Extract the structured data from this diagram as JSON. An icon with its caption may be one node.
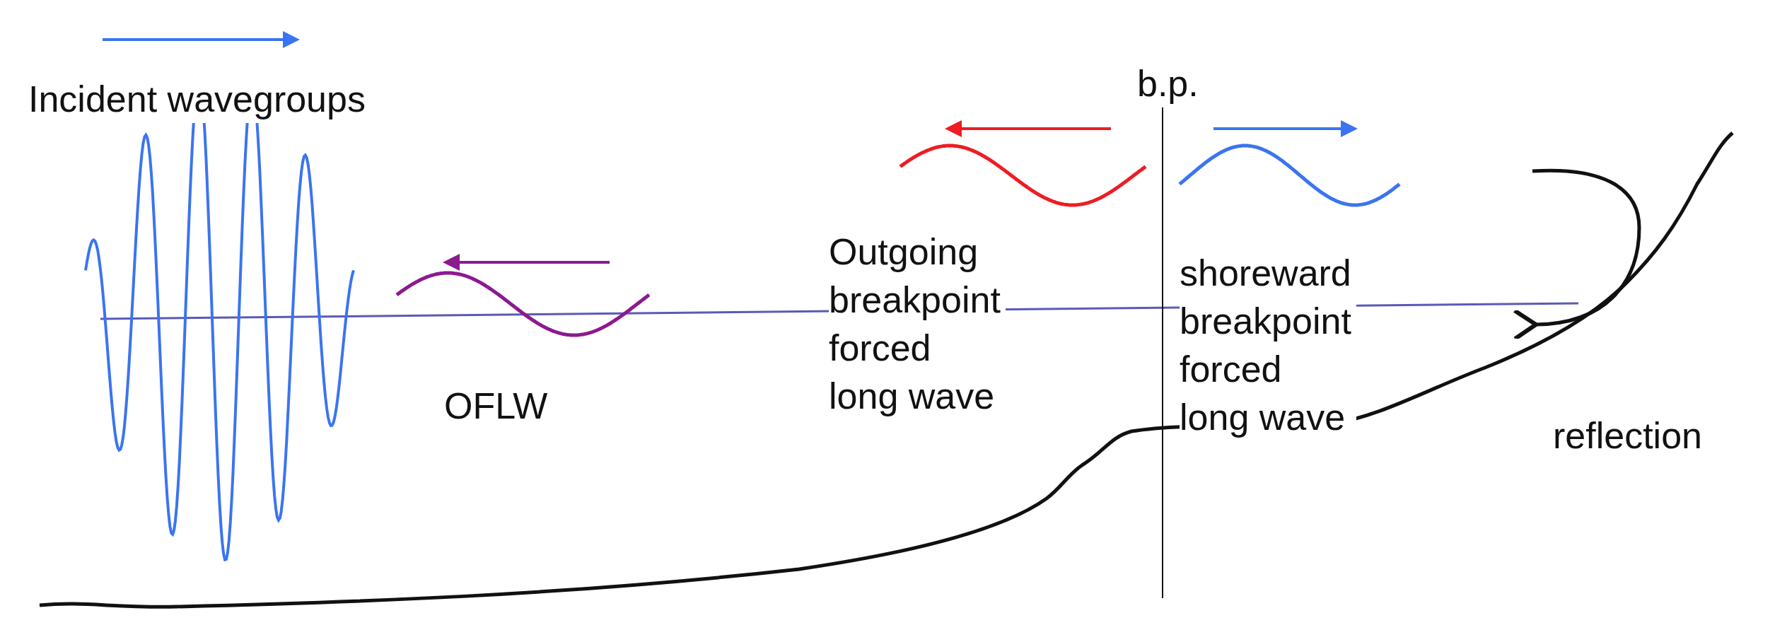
{
  "diagram": {
    "labels": [
      "Incident wavegroups",
      "b.p.",
      "Outgoing breakpoint forced long wave",
      "shoreward breakpoint forced long wave",
      "OFLW",
      "reflection"
    ]
  }
}
